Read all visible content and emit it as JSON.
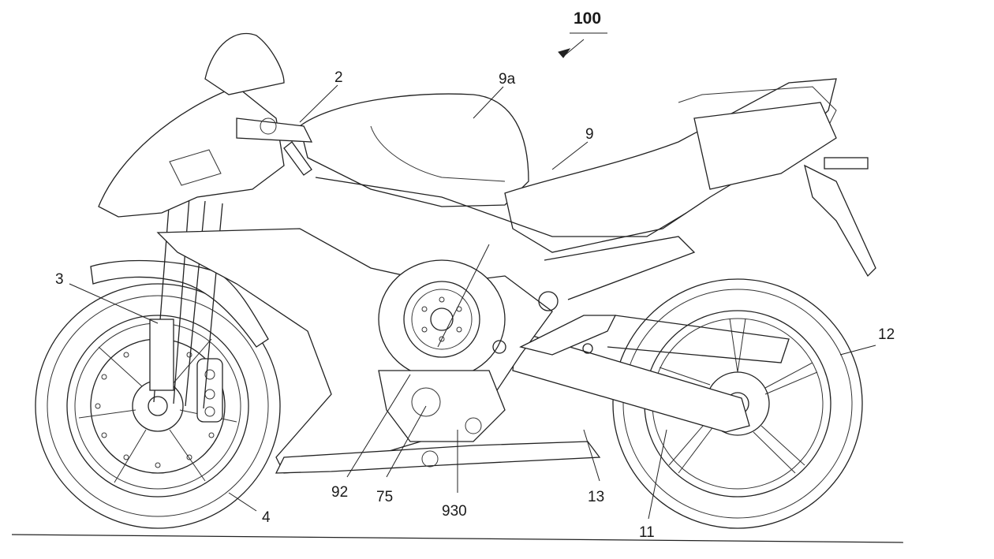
{
  "figure": {
    "reference_labels": {
      "ref_100": "100",
      "ref_2": "2",
      "ref_9a": "9a",
      "ref_9": "9",
      "ref_3": "3",
      "ref_12": "12",
      "ref_4": "4",
      "ref_92": "92",
      "ref_75": "75",
      "ref_930": "930",
      "ref_13": "13",
      "ref_11": "11"
    },
    "colors": {
      "ink": "#222222",
      "paper": "#ffffff"
    }
  }
}
